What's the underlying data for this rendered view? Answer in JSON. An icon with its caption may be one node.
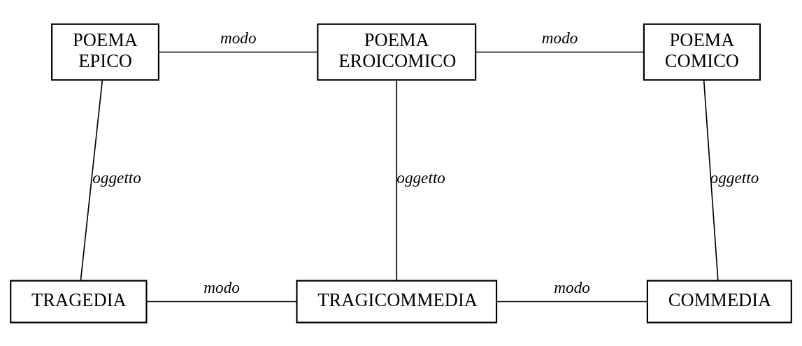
{
  "diagram": {
    "nodes": [
      {
        "text": [
          "POEMA EPICO"
        ]
      },
      {
        "text": [
          "POEMA EROICOMICO"
        ]
      },
      {
        "text": [
          "POEMA COMICO"
        ]
      },
      {
        "text": [
          "TRAGEDIA"
        ]
      },
      {
        "text": [
          "TRAGICOMMEDIA"
        ]
      },
      {
        "text": [
          "COMMEDIA"
        ]
      }
    ],
    "edges": [
      {
        "from": 0,
        "to": 1,
        "arrow": "none",
        "label": "modo"
      },
      {
        "from": 1,
        "to": 2,
        "arrow": "none",
        "label": "modo"
      },
      {
        "from": 0,
        "to": 3,
        "arrow": "none",
        "label": "oggetto"
      },
      {
        "from": 1,
        "to": 4,
        "arrow": "none",
        "label": "oggetto"
      },
      {
        "from": 2,
        "to": 5,
        "arrow": "none",
        "label": "oggetto"
      },
      {
        "from": 3,
        "to": 4,
        "arrow": "none",
        "label": "modo"
      },
      {
        "from": 4,
        "to": 5,
        "arrow": "none",
        "label": "modo"
      }
    ]
  }
}
